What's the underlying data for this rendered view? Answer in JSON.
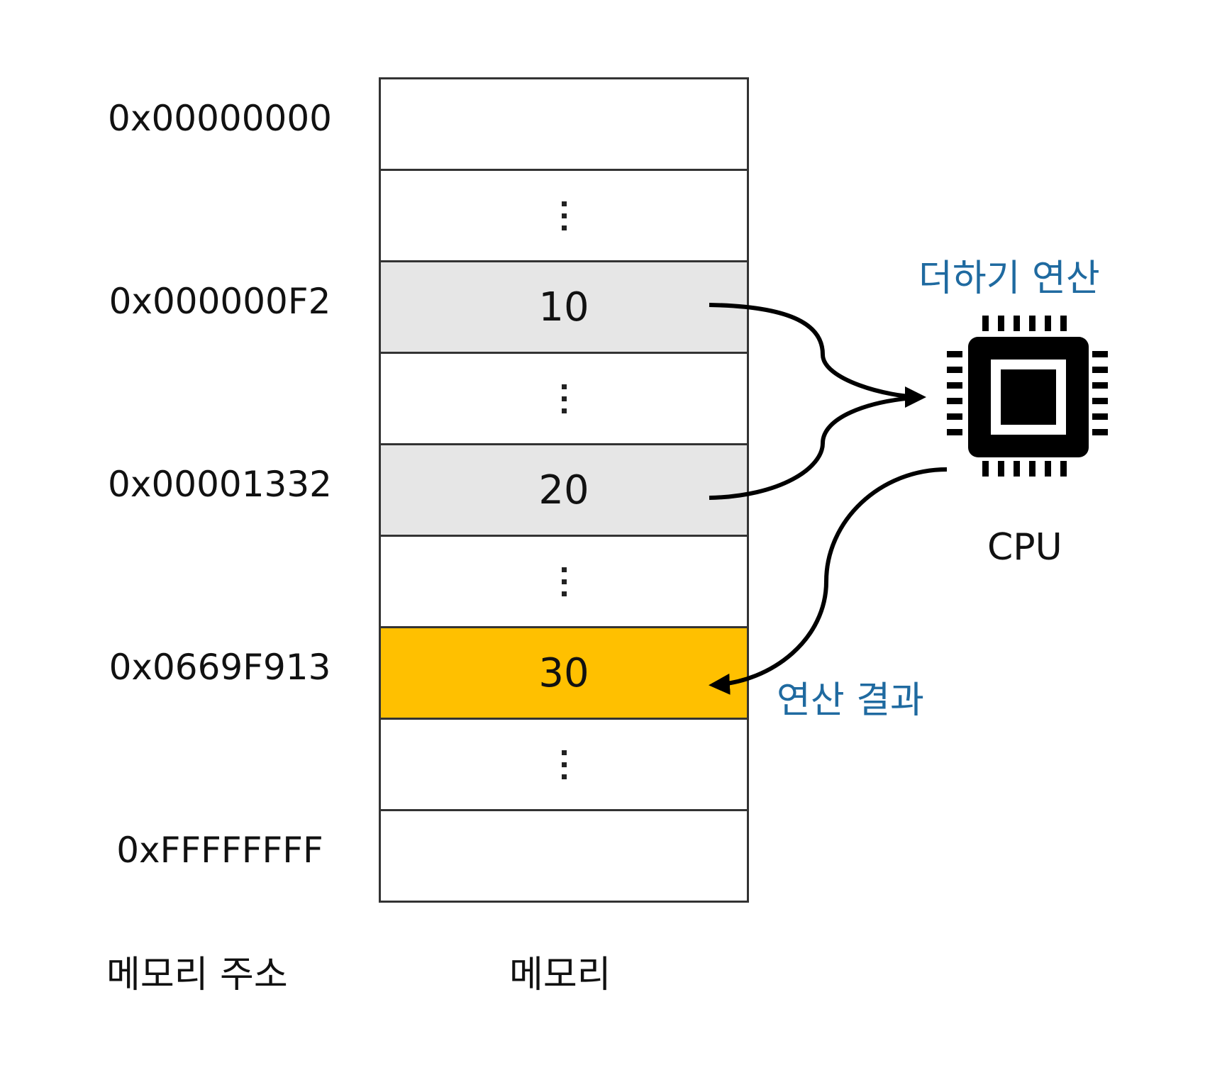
{
  "addresses": [
    "0x00000000",
    "0x000000F2",
    "0x00001332",
    "0x0669F913",
    "0xFFFFFFFF"
  ],
  "memory_cells": [
    {
      "value": "",
      "type": "empty"
    },
    {
      "value": "⋮",
      "type": "ellipsis"
    },
    {
      "value": "10",
      "type": "operand"
    },
    {
      "value": "⋮",
      "type": "ellipsis"
    },
    {
      "value": "20",
      "type": "operand"
    },
    {
      "value": "⋮",
      "type": "ellipsis"
    },
    {
      "value": "30",
      "type": "result"
    },
    {
      "value": "⋮",
      "type": "ellipsis"
    },
    {
      "value": "",
      "type": "empty"
    }
  ],
  "labels": {
    "address_column": "메모리 주소",
    "memory_column": "메모리",
    "cpu": "CPU",
    "add_operation": "더하기 연산",
    "operation_result": "연산 결과"
  },
  "colors": {
    "operand_fill": "#e6e6e6",
    "result_fill": "#ffc000",
    "annotation": "#1f6aa0",
    "line": "#333333"
  },
  "icons": {
    "cpu": "cpu-chip-icon"
  }
}
